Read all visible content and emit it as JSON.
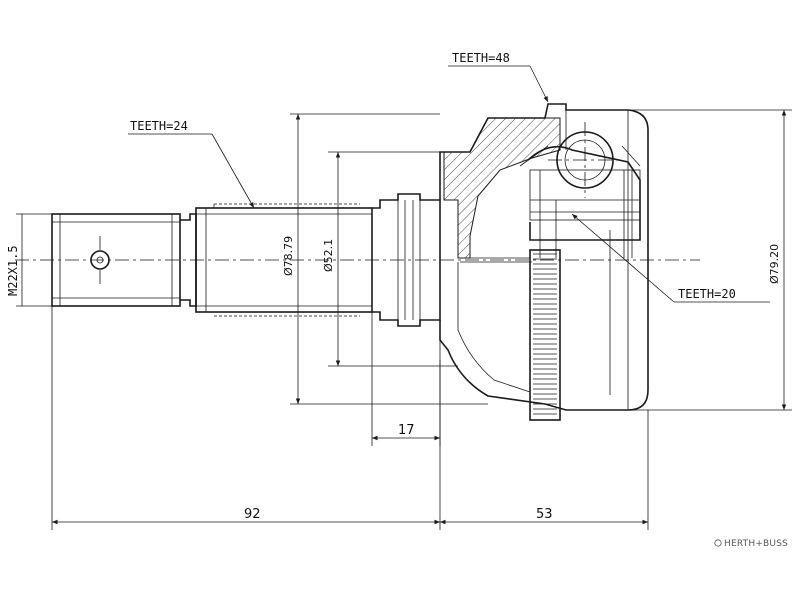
{
  "labels": {
    "teeth_48": "TEETH=48",
    "teeth_24": "TEETH=24",
    "teeth_20": "TEETH=20",
    "thread": "M22X1.5",
    "dia_78": "Ø78.79",
    "dia_52": "Ø52.1",
    "dia_79": "Ø79.20",
    "dim_17": "17",
    "dim_92": "92",
    "dim_53": "53"
  },
  "brand": "HERTH+BUSS"
}
